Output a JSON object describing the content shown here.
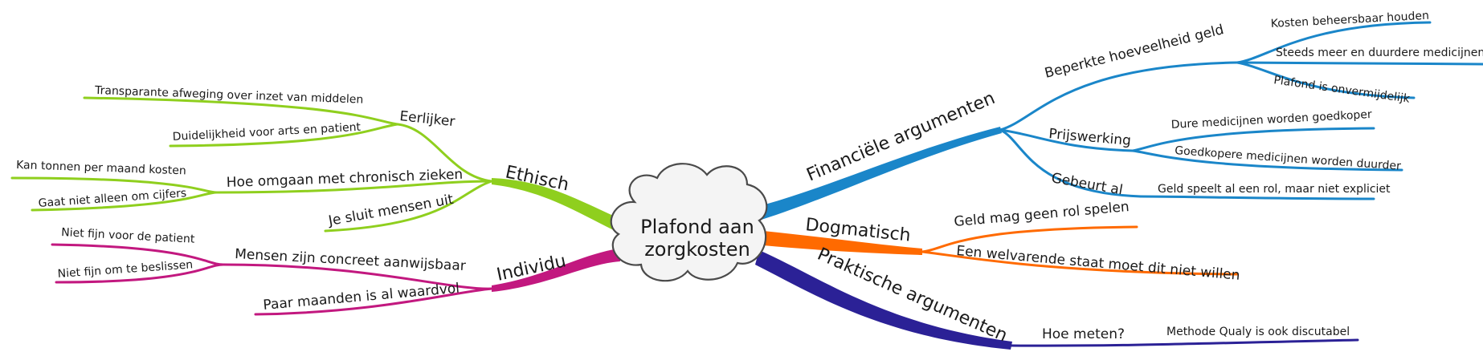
{
  "center": {
    "line1": "Plafond aan",
    "line2": "zorgkosten"
  },
  "colors": {
    "ethisch": "#8fcf1e",
    "individu": "#c2187f",
    "financieel": "#1a86c9",
    "dogmatisch": "#ff6a00",
    "praktisch": "#2b2196"
  },
  "branches": {
    "ethisch": {
      "label": "Ethisch",
      "eerlijker": {
        "label": "Eerlijker",
        "leaf1": "Transparante afweging over inzet van middelen",
        "leaf2": "Duidelijkheid voor arts en patient"
      },
      "chronisch": {
        "label": "Hoe omgaan met chronisch zieken",
        "leaf1": "Kan tonnen per maand kosten",
        "leaf2": "Gaat niet alleen om cijfers"
      },
      "sluit": {
        "label": "Je sluit mensen uit"
      }
    },
    "individu": {
      "label": "Individu",
      "concreet": {
        "label": "Mensen zijn concreet aanwijsbaar",
        "leaf1": "Niet fijn voor de patient",
        "leaf2": "Niet fijn om te beslissen"
      },
      "maanden": {
        "label": "Paar maanden is al waardvol"
      }
    },
    "financieel": {
      "label": "Financiële argumenten",
      "beperkt": {
        "label": "Beperkte hoeveelheid geld",
        "leaf1": "Kosten beheersbaar houden",
        "leaf2": "Steeds meer en duurdere medicijnen",
        "leaf3": "Plafond is onvermijdelijk"
      },
      "prijs": {
        "label": "Prijswerking",
        "leaf1": "Dure medicijnen worden goedkoper",
        "leaf2": "Goedkopere medicijnen worden duurder"
      },
      "gebeurt": {
        "label": "Gebeurt al",
        "leaf1": "Geld speelt al een rol, maar niet expliciet"
      }
    },
    "dogmatisch": {
      "label": "Dogmatisch",
      "leaf1": "Geld mag geen rol spelen",
      "leaf2": "Een welvarende staat moet dit niet willen"
    },
    "praktisch": {
      "label": "Praktische argumenten",
      "meten": {
        "label": "Hoe meten?",
        "leaf1": "Methode Qualy is ook discutabel"
      }
    }
  }
}
